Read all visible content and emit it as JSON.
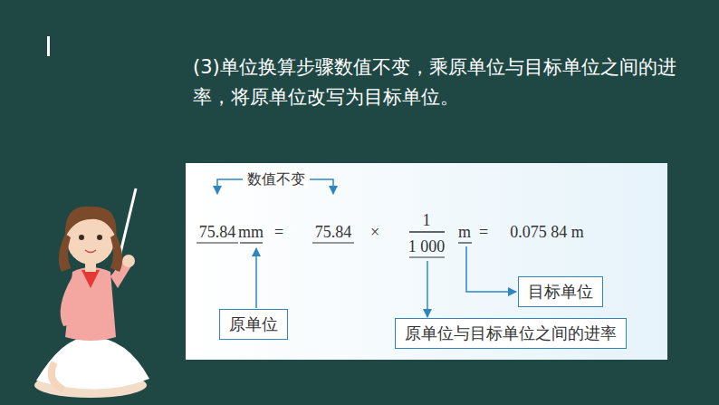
{
  "diagram": {
    "nodes": [
      {
        "text": [
          "原单位"
        ]
      },
      {
        "text": [
          "目标单位"
        ]
      },
      {
        "text": [
          "原单位与目标单位之间的进率"
        ]
      }
    ],
    "labels": [
      "(3)单位换算步骤数值不变，乘原单位与目标单位之间的进率，将原单位改写为目标单位。",
      "数值不变",
      "75.84",
      "mm",
      "=",
      "75.84",
      "×",
      "1",
      "1 000",
      "m",
      "=",
      "0.075 84 m"
    ]
  }
}
